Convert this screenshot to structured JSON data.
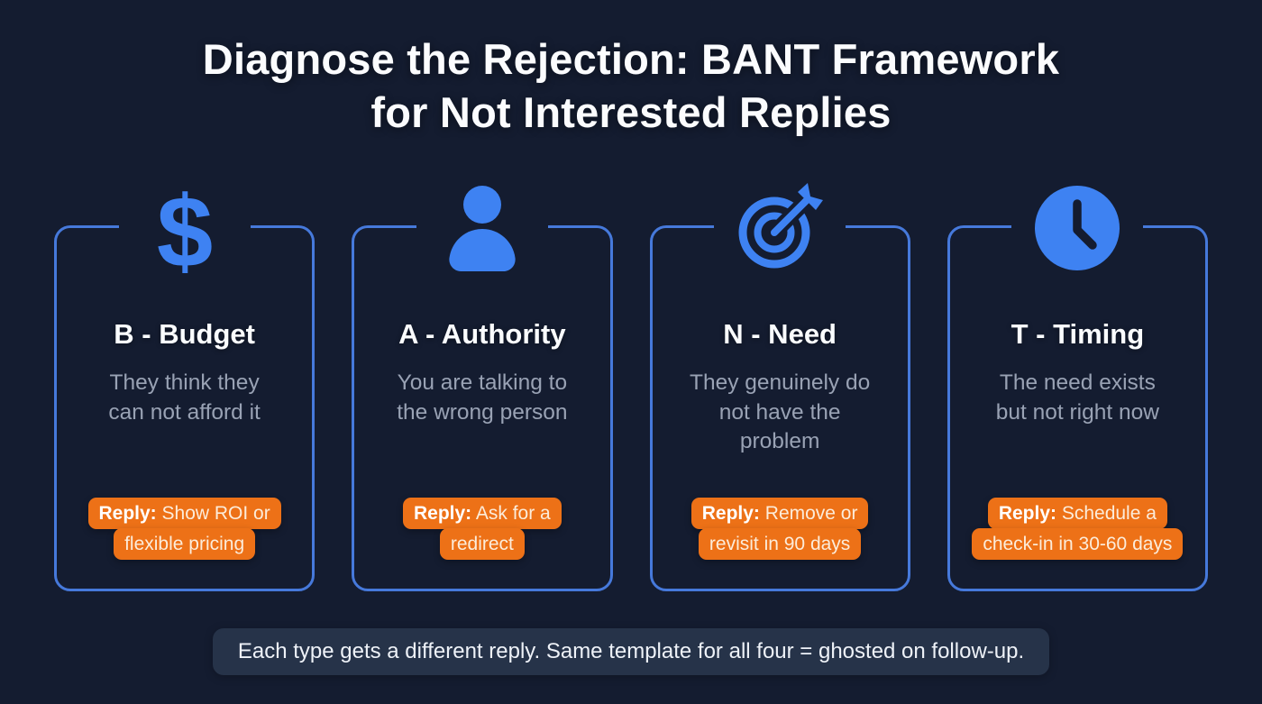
{
  "title_lines": [
    "Diagnose the Rejection: BANT Framework",
    "for Not Interested Replies"
  ],
  "colors": {
    "background": "#141c30",
    "card_border": "#4679db",
    "icon_blue": "#3e82f2",
    "badge_orange": "#ed7117",
    "heading_white": "#fafcfe",
    "description_gray": "#99a2b4",
    "footer_bg": "#263349"
  },
  "cards": [
    {
      "icon": "dollar-icon",
      "title": "B - Budget",
      "description": "They think they can not afford it",
      "description_lines": [
        "They think they",
        "can not afford it"
      ],
      "reply_label": "Reply:",
      "reply_line1": " Show ROI or",
      "reply_line2": "flexible pricing"
    },
    {
      "icon": "person-icon",
      "title": "A - Authority",
      "description": "You are talking to the wrong person",
      "description_lines": [
        "You are talking to",
        "the wrong person"
      ],
      "reply_label": "Reply:",
      "reply_line1": " Ask for a",
      "reply_line2": "redirect"
    },
    {
      "icon": "target-icon",
      "title": "N - Need",
      "description": "They genuinely do not have the problem",
      "description_lines": [
        "They genuinely do",
        "not have the",
        "problem"
      ],
      "reply_label": "Reply:",
      "reply_line1": " Remove or",
      "reply_line2": "revisit in 90 days"
    },
    {
      "icon": "clock-icon",
      "title": "T - Timing",
      "description": "The need exists but not right now",
      "description_lines": [
        "The need exists",
        "but not right now"
      ],
      "reply_label": "Reply:",
      "reply_line1": " Schedule a",
      "reply_line2": "check-in in 30-60 days"
    }
  ],
  "footer": {
    "note": "Each type gets a different reply. Same template for all four = ghosted on follow-up."
  }
}
